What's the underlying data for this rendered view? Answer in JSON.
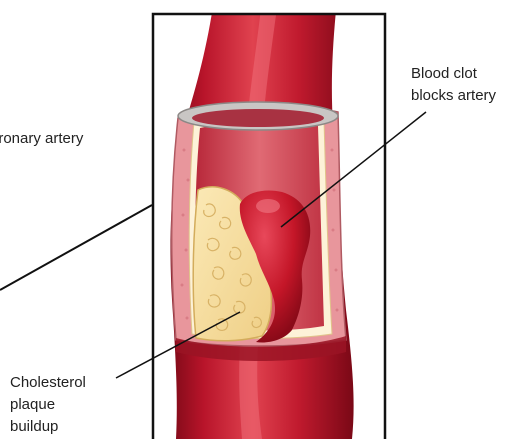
{
  "labels": {
    "coronary_artery": "oronary artery",
    "blood_clot": [
      "Blood clot",
      "blocks artery"
    ],
    "plaque": [
      "Cholesterol",
      "plaque",
      "buildup"
    ]
  },
  "colors": {
    "artery": "#c4162c",
    "artery_dark": "#8e0c1c",
    "artery_highlight": "#e44a5a",
    "wall": "#e89aa0",
    "plaque": "#f5dea0",
    "clot": "#c81a30",
    "lumen": "#d8505e",
    "frame": "#111111"
  }
}
